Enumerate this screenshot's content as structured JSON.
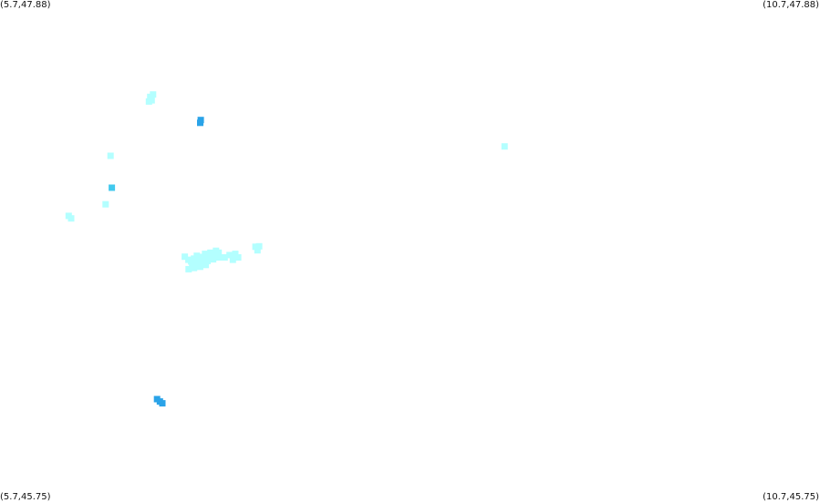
{
  "corners": {
    "top_left": "(5.7,47.88)",
    "top_right": "(10.7,47.88)",
    "bottom_left": "(5.7,45.75)",
    "bottom_right": "(10.7,45.75)"
  },
  "bounds": {
    "lon_min": 5.7,
    "lon_max": 10.7,
    "lat_min": 45.75,
    "lat_max": 47.88
  },
  "colors": {
    "light": "#b3ffff",
    "medium": "#42c9ee",
    "dark": "#2aa3e8"
  },
  "chart_data": {
    "type": "scatter",
    "points": [
      {
        "lon": 6.616,
        "lat": 47.47,
        "level": "light"
      },
      {
        "lon": 6.633,
        "lat": 47.48,
        "level": "light"
      },
      {
        "lon": 6.608,
        "lat": 47.45,
        "level": "light"
      },
      {
        "lon": 6.625,
        "lat": 47.455,
        "level": "light"
      },
      {
        "lon": 6.924,
        "lat": 47.372,
        "level": "dark"
      },
      {
        "lon": 6.921,
        "lat": 47.36,
        "level": "dark"
      },
      {
        "lon": 6.374,
        "lat": 47.22,
        "level": "light"
      },
      {
        "lon": 6.382,
        "lat": 47.085,
        "level": "medium"
      },
      {
        "lon": 6.344,
        "lat": 47.015,
        "level": "light"
      },
      {
        "lon": 6.119,
        "lat": 46.966,
        "level": "light"
      },
      {
        "lon": 6.134,
        "lat": 46.955,
        "level": "light"
      },
      {
        "lon": 8.777,
        "lat": 47.26,
        "level": "light"
      },
      {
        "lon": 6.827,
        "lat": 46.793,
        "level": "light"
      },
      {
        "lon": 6.849,
        "lat": 46.78,
        "level": "light"
      },
      {
        "lon": 6.866,
        "lat": 46.773,
        "level": "light"
      },
      {
        "lon": 6.883,
        "lat": 46.785,
        "level": "light"
      },
      {
        "lon": 6.9,
        "lat": 46.797,
        "level": "light"
      },
      {
        "lon": 6.916,
        "lat": 46.78,
        "level": "light"
      },
      {
        "lon": 6.933,
        "lat": 46.792,
        "level": "light"
      },
      {
        "lon": 6.95,
        "lat": 46.805,
        "level": "light"
      },
      {
        "lon": 6.967,
        "lat": 46.797,
        "level": "light"
      },
      {
        "lon": 6.983,
        "lat": 46.81,
        "level": "light"
      },
      {
        "lon": 7.0,
        "lat": 46.805,
        "level": "light"
      },
      {
        "lon": 7.017,
        "lat": 46.818,
        "level": "light"
      },
      {
        "lon": 7.033,
        "lat": 46.81,
        "level": "light"
      },
      {
        "lon": 6.872,
        "lat": 46.755,
        "level": "light"
      },
      {
        "lon": 6.9,
        "lat": 46.763,
        "level": "light"
      },
      {
        "lon": 6.933,
        "lat": 46.77,
        "level": "light"
      },
      {
        "lon": 6.966,
        "lat": 46.775,
        "level": "light"
      },
      {
        "lon": 7.0,
        "lat": 46.782,
        "level": "light"
      },
      {
        "lon": 7.033,
        "lat": 46.79,
        "level": "light"
      },
      {
        "lon": 6.85,
        "lat": 46.74,
        "level": "light"
      },
      {
        "lon": 6.883,
        "lat": 46.745,
        "level": "light"
      },
      {
        "lon": 6.92,
        "lat": 46.75,
        "level": "light"
      },
      {
        "lon": 6.955,
        "lat": 46.758,
        "level": "light"
      },
      {
        "lon": 7.07,
        "lat": 46.79,
        "level": "light"
      },
      {
        "lon": 7.1,
        "lat": 46.8,
        "level": "light"
      },
      {
        "lon": 7.135,
        "lat": 46.805,
        "level": "light"
      },
      {
        "lon": 7.152,
        "lat": 46.79,
        "level": "light"
      },
      {
        "lon": 7.12,
        "lat": 46.78,
        "level": "light"
      },
      {
        "lon": 7.258,
        "lat": 46.835,
        "level": "light"
      },
      {
        "lon": 7.28,
        "lat": 46.837,
        "level": "light"
      },
      {
        "lon": 7.27,
        "lat": 46.82,
        "level": "light"
      },
      {
        "lon": 6.658,
        "lat": 46.19,
        "level": "dark"
      },
      {
        "lon": 6.675,
        "lat": 46.18,
        "level": "dark"
      },
      {
        "lon": 6.69,
        "lat": 46.172,
        "level": "dark"
      }
    ]
  }
}
